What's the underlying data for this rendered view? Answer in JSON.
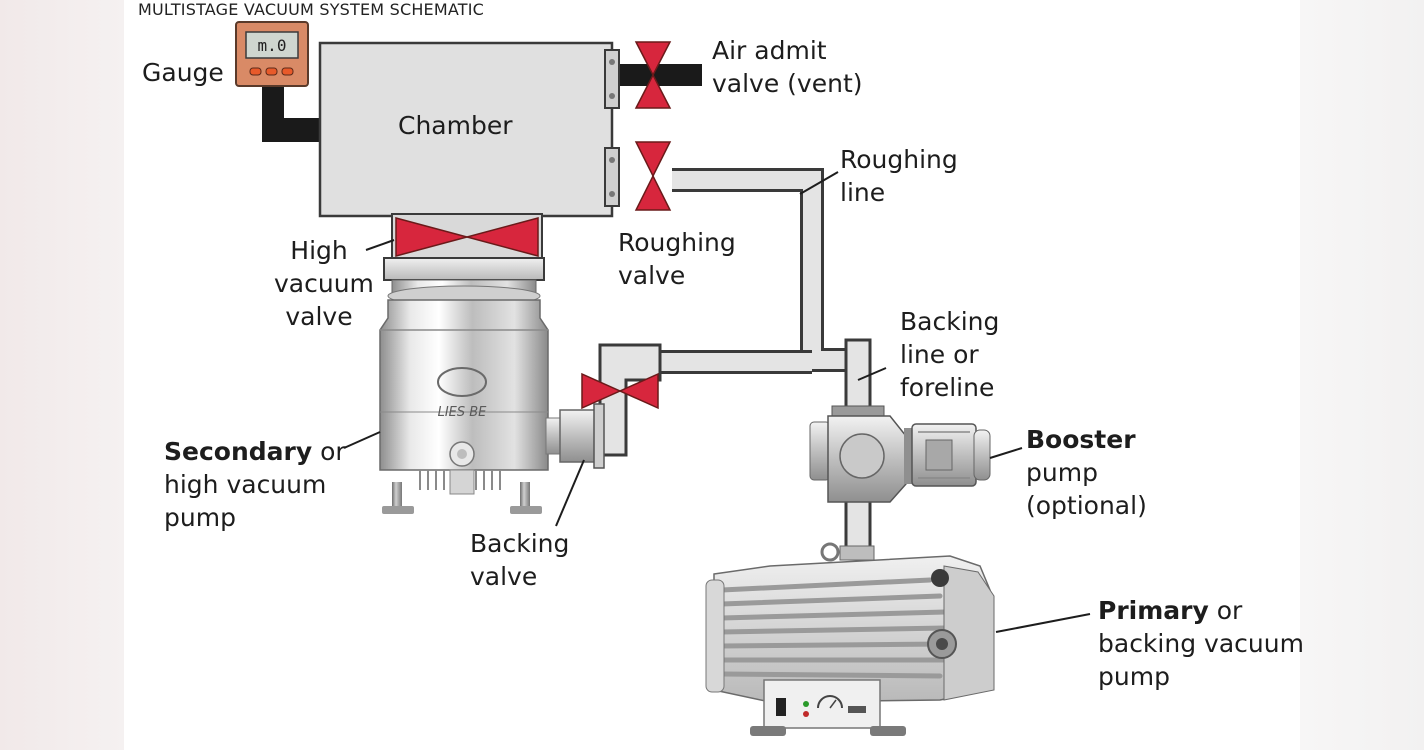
{
  "title": "MULTISTAGE VACUUM SYSTEM SCHEMATIC",
  "gauge_readout": "m.0",
  "pump_badge_text": "LIES BE",
  "labels": {
    "gauge": "Gauge",
    "chamber": "Chamber",
    "air_admit": [
      "Air admit",
      "valve (vent)"
    ],
    "roughing_line": [
      "Roughing",
      "line"
    ],
    "high_vacuum_valve": [
      "High",
      "vacuum",
      "valve"
    ],
    "roughing_valve": [
      "Roughing",
      "valve"
    ],
    "backing_line": [
      "Backing",
      "line or",
      "foreline"
    ],
    "booster": {
      "bold": "Booster",
      "rest": [
        "pump",
        "(optional)"
      ]
    },
    "secondary": {
      "bold": "Secondary",
      "suffix": " or",
      "rest": [
        "high vacuum",
        "pump"
      ]
    },
    "backing_valve": [
      "Backing",
      "valve"
    ],
    "primary": {
      "bold": "Primary",
      "suffix": " or",
      "rest": [
        "backing vacuum",
        "pump"
      ]
    }
  },
  "colors": {
    "valve_red": "#d7263d",
    "pipe_fill": "#e4e4e4",
    "pipe_outline": "#3a3a3a",
    "chamber_fill": "#e0e0e0",
    "gauge_body": "#d98a66",
    "gauge_screen": "#cfd6cf",
    "vent_pipe": "#1a1a1a"
  },
  "icons": [
    "gauge-icon",
    "butterfly-valve-icon",
    "turbo-pump-icon",
    "roots-booster-icon",
    "scroll-pump-icon"
  ]
}
